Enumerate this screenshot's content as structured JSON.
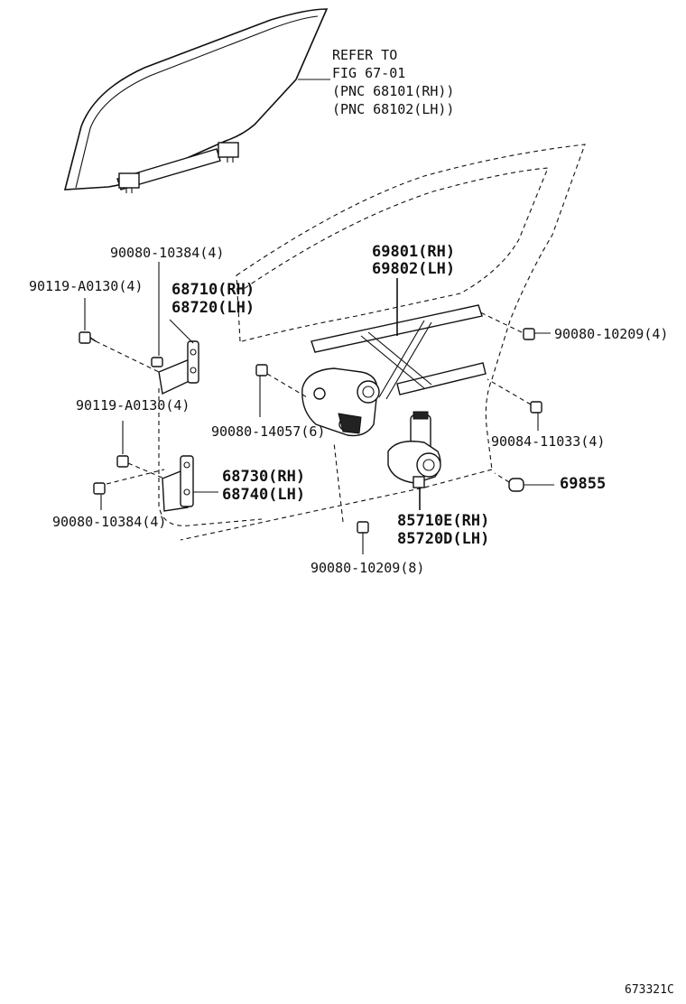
{
  "refer": {
    "line1": "REFER TO",
    "line2": "FIG 67-01",
    "line3": "(PNC 68101(RH))",
    "line4": "(PNC 68102(LH))"
  },
  "labels": {
    "regulator_rh": "69801(RH)",
    "regulator_lh": "69802(LH)",
    "bolt_90080_10384_top": "90080-10384(4)",
    "bolt_90119_top": "90119-A0130(4)",
    "hinge_upper_rh": "68710(RH)",
    "hinge_upper_lh": "68720(LH)",
    "bolt_90080_10209_right": "90080-10209(4)",
    "bolt_90119_mid": "90119-A0130(4)",
    "bolt_90080_14057": "90080-14057(6)",
    "bolt_90084_11033": "90084-11033(4)",
    "hinge_lower_rh": "68730(RH)",
    "hinge_lower_lh": "68740(LH)",
    "grommet": "69855",
    "bolt_90080_10384_bottom": "90080-10384(4)",
    "motor_rh": "85710E(RH)",
    "motor_lh": "85720D(LH)",
    "bolt_90080_10209_bottom": "90080-10209(8)"
  },
  "footer": {
    "code": "673321C"
  }
}
